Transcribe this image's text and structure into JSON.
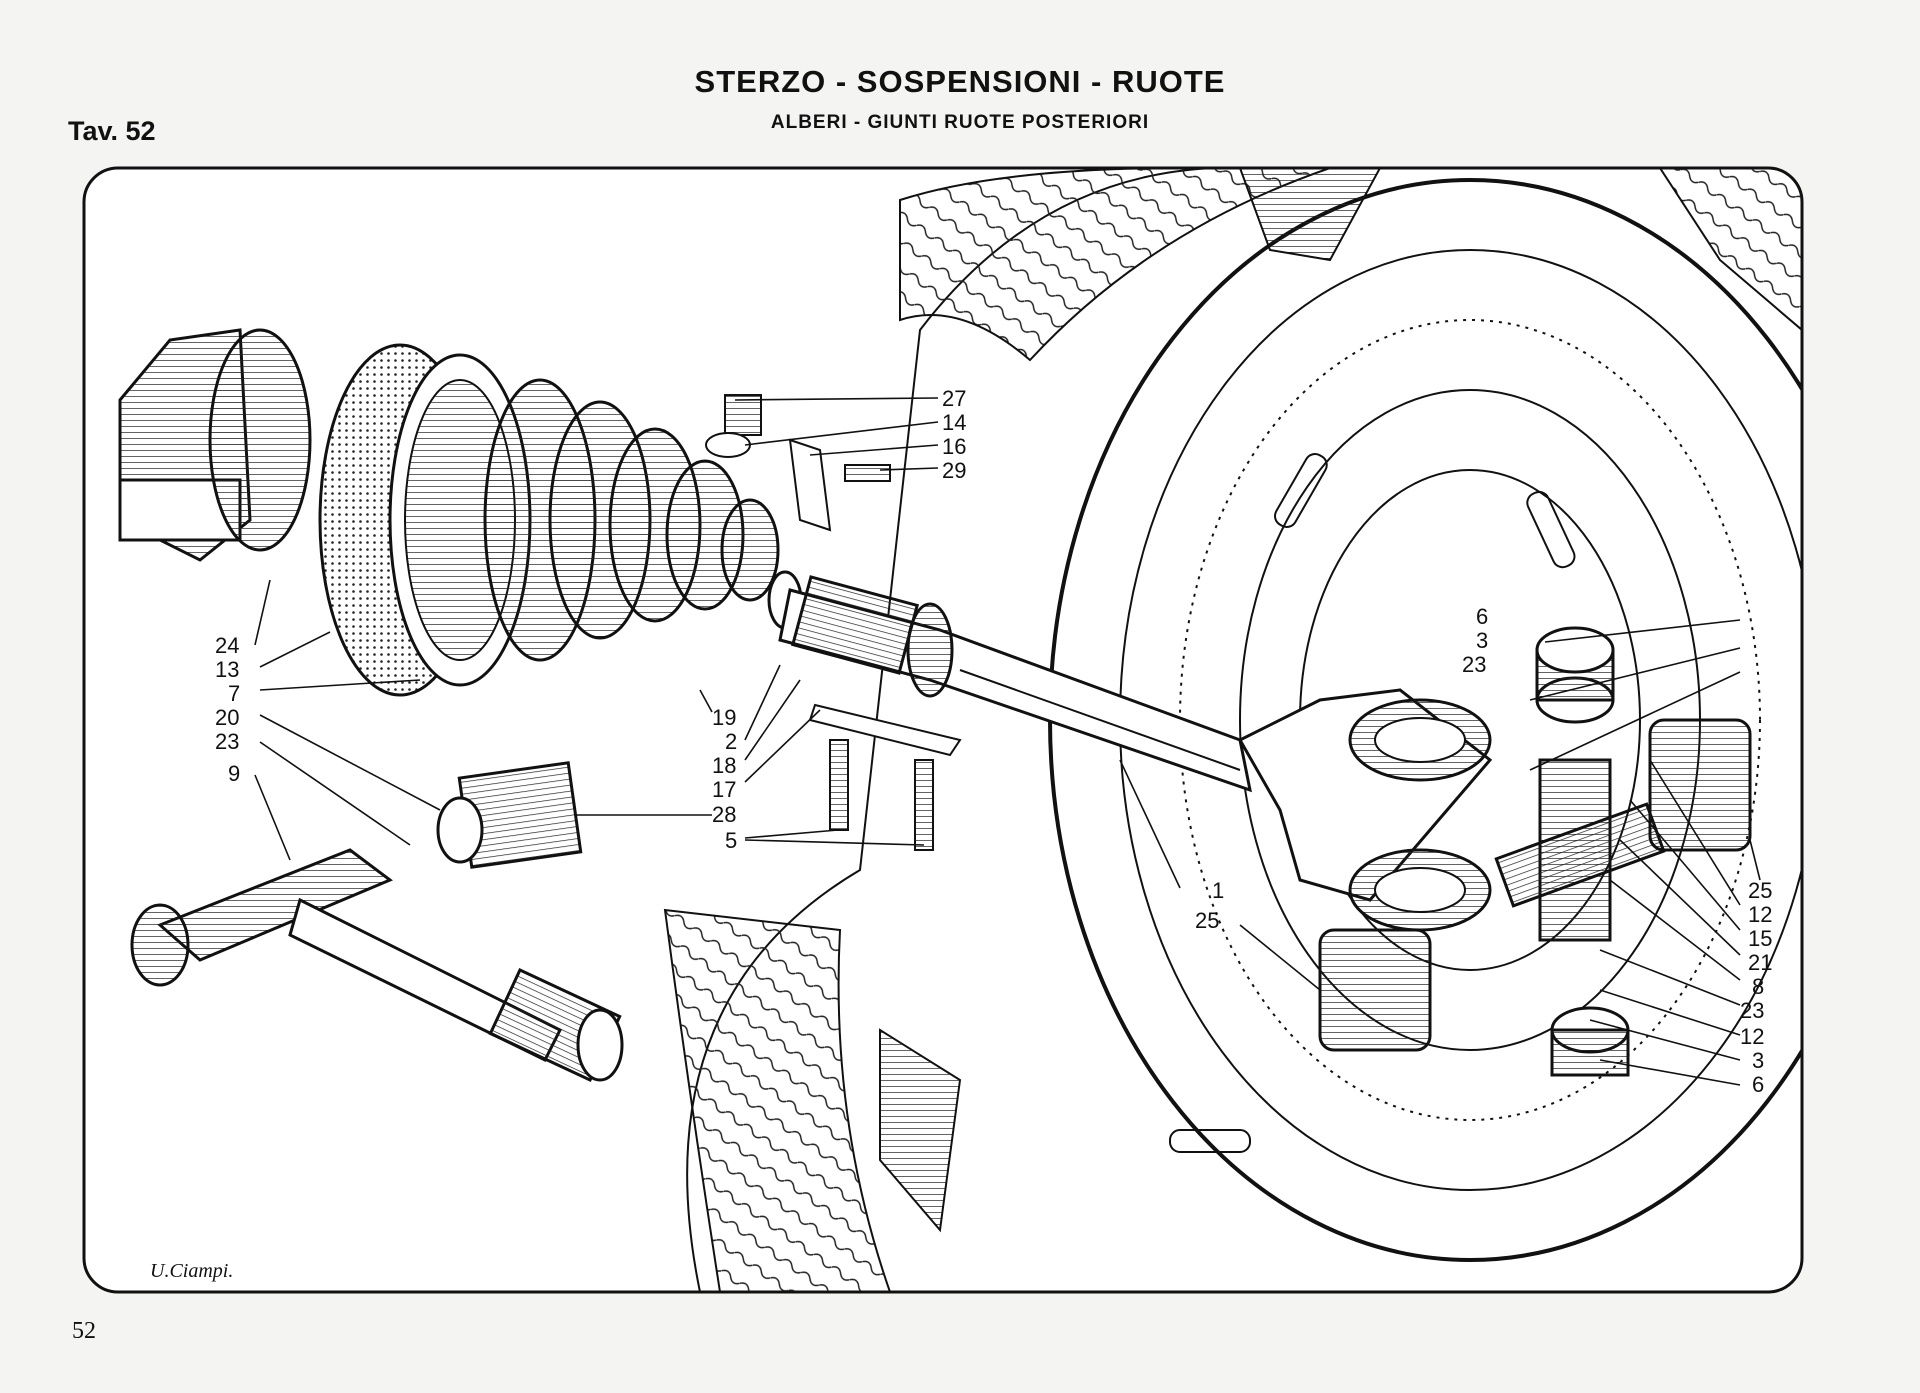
{
  "header": {
    "title": "STERZO - SOSPENSIONI - RUOTE",
    "subtitle": "ALBERI - GIUNTI RUOTE POSTERIORI",
    "plate": "Tav. 52"
  },
  "footer": {
    "page_number": "52",
    "signature": "U.Ciampi."
  },
  "callouts": {
    "left_column": [
      "24",
      "13",
      "7",
      "20",
      "23",
      "9"
    ],
    "center_top": [
      "27",
      "14",
      "16",
      "29"
    ],
    "center_mid": [
      "19",
      "2",
      "18",
      "17",
      "28",
      "5"
    ],
    "shaft": [
      "1",
      "25"
    ],
    "right_top": [
      "6",
      "3",
      "23"
    ],
    "right_column": [
      "25",
      "12",
      "15",
      "21",
      "8",
      "23",
      "12",
      "3",
      "6"
    ]
  }
}
